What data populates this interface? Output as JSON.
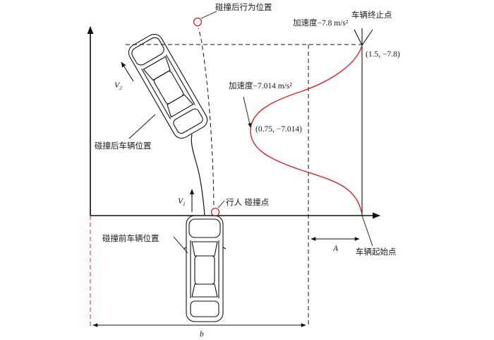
{
  "labels": {
    "post_collision_pedestrian": "碰撞后行为位置",
    "vehicle_end_point": "车辆终止点",
    "accel_end": "加速度−7.8 m/s²",
    "accel_mid": "加速度−7.014 m/s²",
    "point_end": "(1.5, −7.8)",
    "point_mid": "(0.75, −7.014)",
    "v2": "V",
    "v2_sub": "2",
    "v1": "V",
    "v1_sub": "1",
    "post_collision_vehicle": "碰撞后车辆位置",
    "pedestrian_collision_point": "行人 碰撞点",
    "pre_collision_vehicle": "碰撞前车辆位置",
    "vehicle_start_point": "车辆起始点",
    "dim_a": "A",
    "dim_b": "b"
  },
  "chart_data": {
    "type": "line",
    "series": [
      {
        "x": [
          0,
          0.75,
          1.5
        ],
        "y": [
          0,
          -7.014,
          -7.8
        ]
      }
    ],
    "annotations": [
      {
        "x": 0.75,
        "y": -7.014,
        "text": "(0.75, −7.014)"
      },
      {
        "x": 1.5,
        "y": -7.8,
        "text": "(1.5, −7.8)"
      }
    ]
  },
  "colors": {
    "curve": "#d9262c",
    "marker": "#d9262c",
    "ink": "#111111"
  }
}
